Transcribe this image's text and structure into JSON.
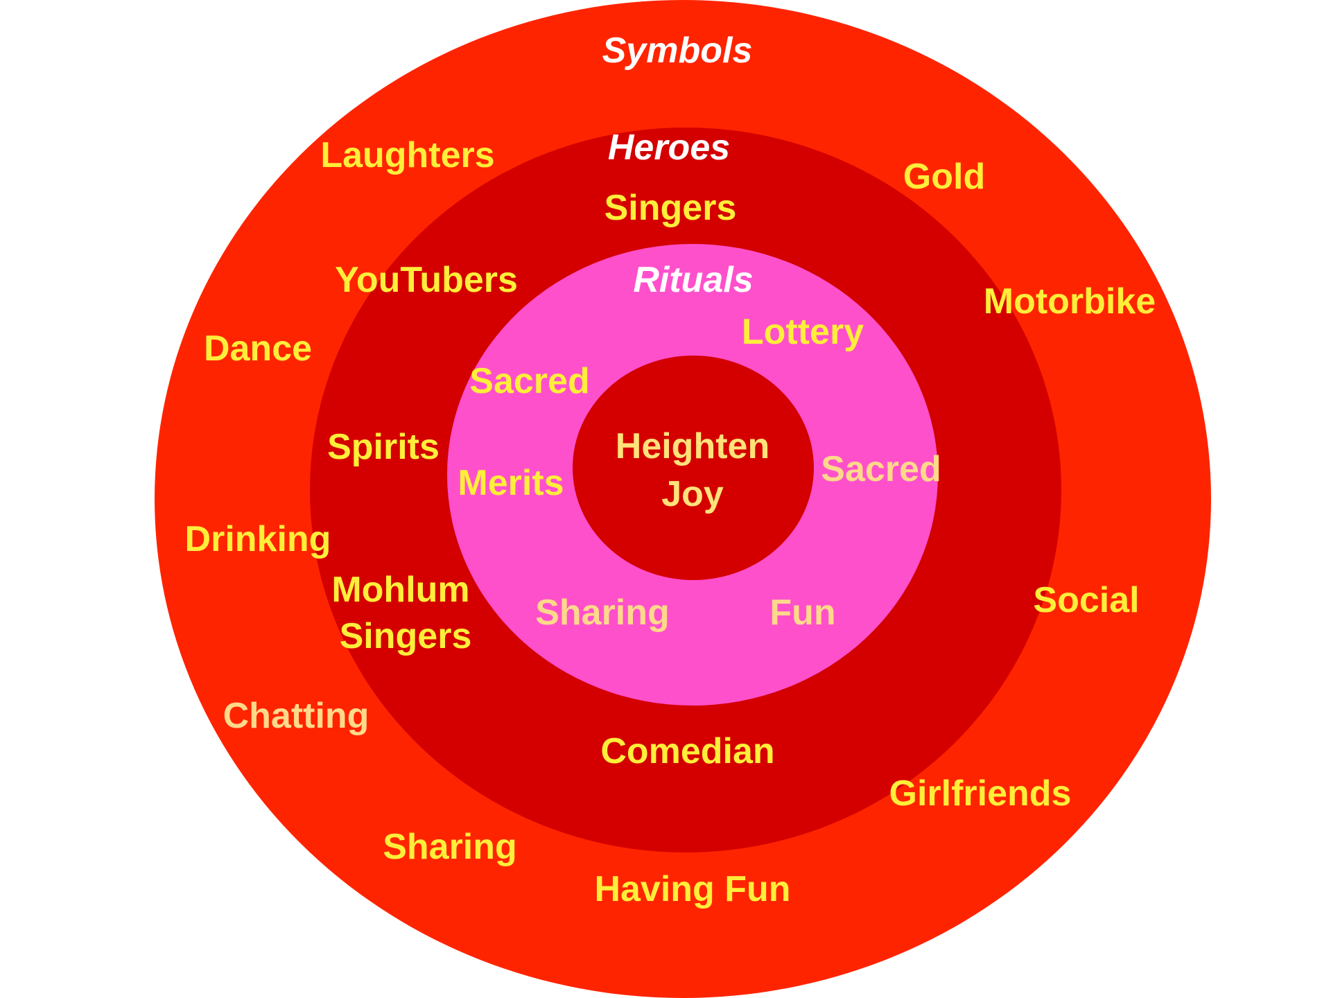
{
  "colors": {
    "symbols_layer": "#ff2400",
    "heroes_layer": "#d40000",
    "rituals_layer": "#ff50cc",
    "values_core": "#d40000",
    "label": "#ffee3a",
    "label_pale": "#ffd98a",
    "title": "#ffffff"
  },
  "layers": {
    "symbols": {
      "title": "Symbols",
      "items": [
        "Laughters",
        "Gold",
        "Motorbike",
        "Dance",
        "Drinking",
        "Social",
        "Chatting",
        "Girlfriends",
        "Sharing",
        "Having Fun"
      ]
    },
    "heroes": {
      "title": "Heroes",
      "items": [
        "Singers",
        "YouTubers",
        "Spirits",
        "Mohlum",
        "Singers",
        "Comedian"
      ]
    },
    "rituals": {
      "title": "Rituals",
      "items": [
        "Lottery",
        "Sacred",
        "Merits",
        "Sacred",
        "Sharing",
        "Fun"
      ]
    },
    "values": {
      "items": [
        "Heighten",
        "Joy"
      ]
    }
  }
}
